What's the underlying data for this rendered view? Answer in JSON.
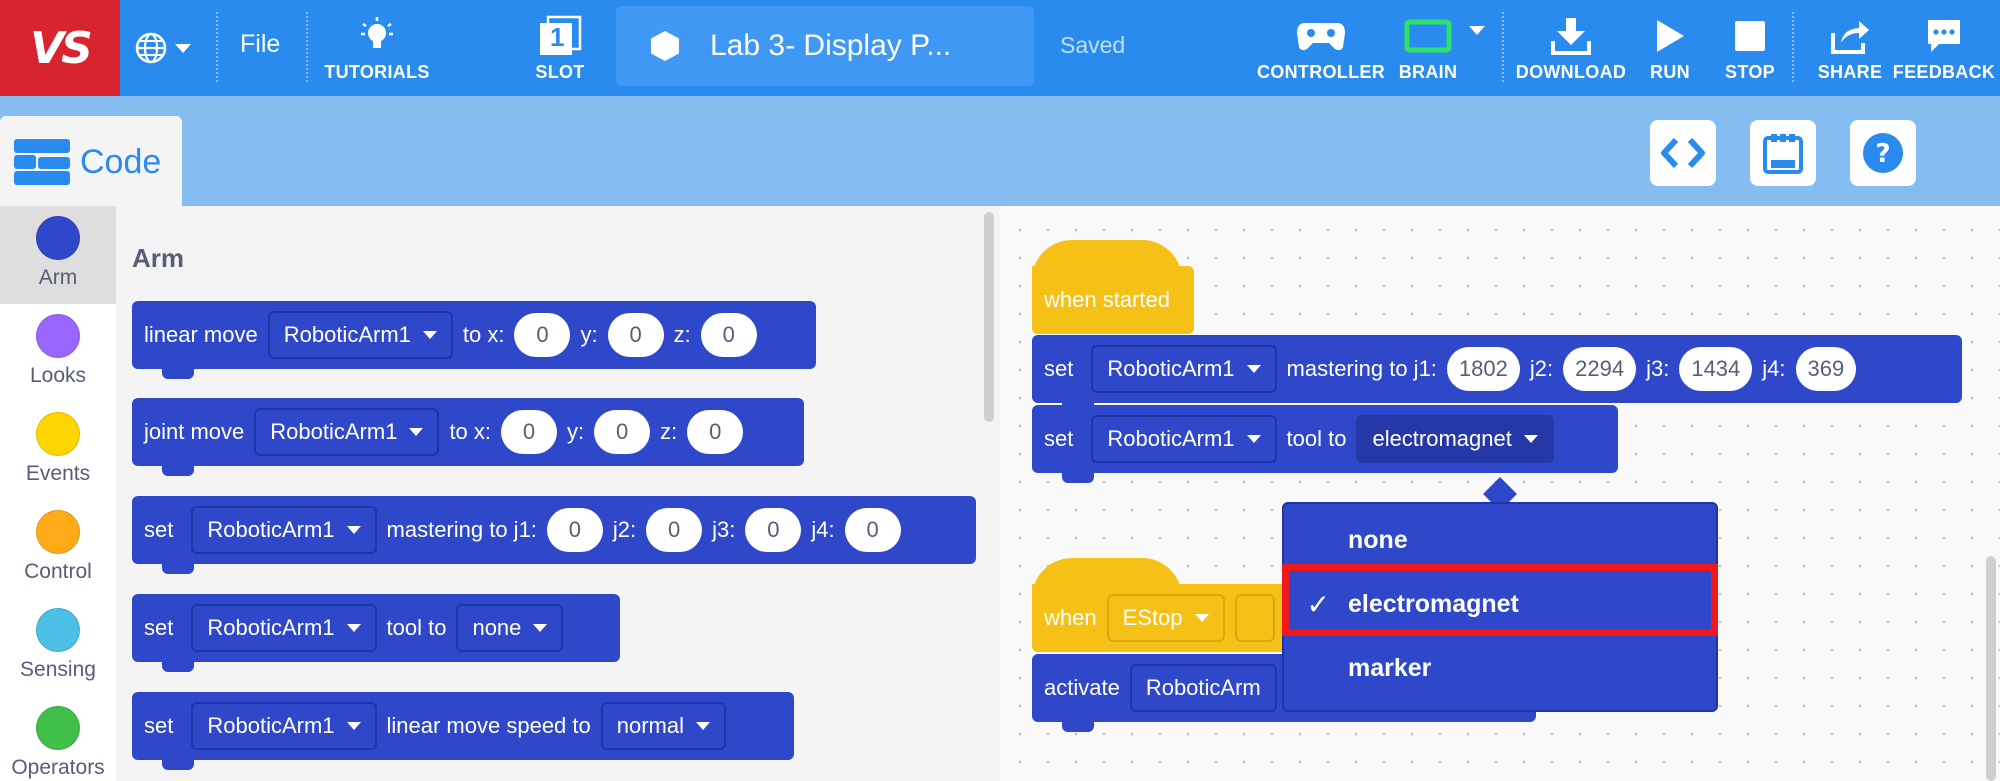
{
  "toolbar": {
    "logo": "VS",
    "file": "File",
    "tutorials": "TUTORIALS",
    "slot_number": "1",
    "slot": "SLOT",
    "project_name": "Lab 3- Display P...",
    "saved": "Saved",
    "controller": "CONTROLLER",
    "brain": "BRAIN",
    "download": "DOWNLOAD",
    "run": "RUN",
    "stop": "STOP",
    "share": "SHARE",
    "feedback": "FEEDBACK"
  },
  "tab": {
    "code": "Code"
  },
  "categories": [
    {
      "label": "Arm",
      "color": "#2f47c9"
    },
    {
      "label": "Looks",
      "color": "#9966ff"
    },
    {
      "label": "Events",
      "color": "#ffd500"
    },
    {
      "label": "Control",
      "color": "#ffab19"
    },
    {
      "label": "Sensing",
      "color": "#4cbfe6"
    },
    {
      "label": "Operators",
      "color": "#40bf4a"
    }
  ],
  "palette": {
    "title": "Arm",
    "linear_move": {
      "text": "linear move",
      "arm": "RoboticArm1",
      "to_x": "to x:",
      "x": "0",
      "y_label": "y:",
      "y": "0",
      "z_label": "z:",
      "z": "0"
    },
    "joint_move": {
      "text": "joint move",
      "arm": "RoboticArm1",
      "to_x": "to x:",
      "x": "0",
      "y_label": "y:",
      "y": "0",
      "z_label": "z:",
      "z": "0"
    },
    "set_mastering": {
      "set": "set",
      "arm": "RoboticArm1",
      "text": "mastering to j1:",
      "j1": "0",
      "j2_label": "j2:",
      "j2": "0",
      "j3_label": "j3:",
      "j3": "0",
      "j4_label": "j4:",
      "j4": "0"
    },
    "set_tool": {
      "set": "set",
      "arm": "RoboticArm1",
      "text": "tool to",
      "value": "none"
    },
    "set_speed": {
      "set": "set",
      "arm": "RoboticArm1",
      "text": "linear move speed to",
      "value": "normal"
    }
  },
  "workspace": {
    "when_started": "when started",
    "mastering": {
      "set": "set",
      "arm": "RoboticArm1",
      "text": "mastering to j1:",
      "j1": "1802",
      "j2_label": "j2:",
      "j2": "2294",
      "j3_label": "j3:",
      "j3": "1434",
      "j4_label": "j4:",
      "j4": "369"
    },
    "tool": {
      "set": "set",
      "arm": "RoboticArm1",
      "text": "tool to",
      "value": "electromagnet"
    },
    "when_estop": {
      "when": "when",
      "value": "EStop"
    },
    "activate": {
      "text": "activate",
      "arm": "RoboticArm"
    }
  },
  "tool_menu": {
    "options": [
      "none",
      "electromagnet",
      "marker"
    ],
    "selected": "electromagnet",
    "check": "✓"
  }
}
